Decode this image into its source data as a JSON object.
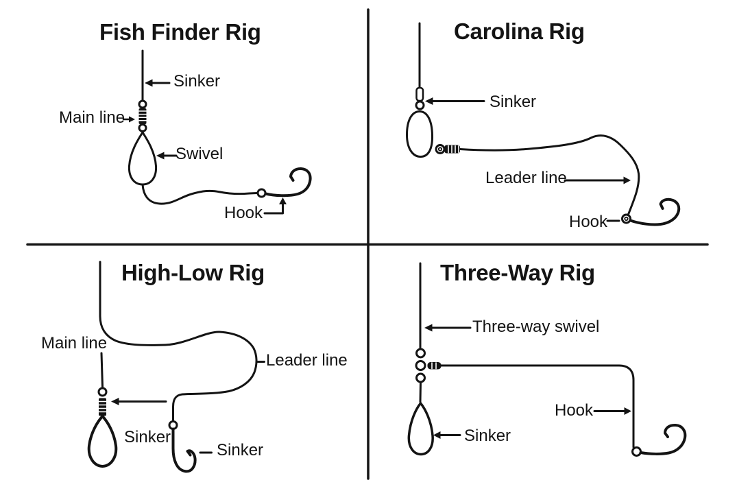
{
  "diagram": {
    "colors": {
      "ink": "#141414",
      "background": "#ffffff"
    },
    "quadrants": [
      {
        "id": "fish-finder-rig",
        "title": "Fish Finder Rig",
        "labels": {
          "sinker": "Sinker",
          "main_line": "Main line",
          "swivel": "Swivel",
          "hook": "Hook"
        }
      },
      {
        "id": "carolina-rig",
        "title": "Carolina Rig",
        "labels": {
          "sinker": "Sinker",
          "leader_line": "Leader line",
          "hook": "Hook"
        }
      },
      {
        "id": "high-low-rig",
        "title": "High-Low Rig",
        "labels": {
          "main_line": "Main line",
          "leader_line": "Leader line",
          "sinker_top": "Sinker",
          "sinker_bottom": "Sinker"
        }
      },
      {
        "id": "three-way-rig",
        "title": "Three-Way Rig",
        "labels": {
          "three_way_swivel": "Three-way swivel",
          "hook": "Hook",
          "sinker": "Sinker"
        }
      }
    ]
  }
}
